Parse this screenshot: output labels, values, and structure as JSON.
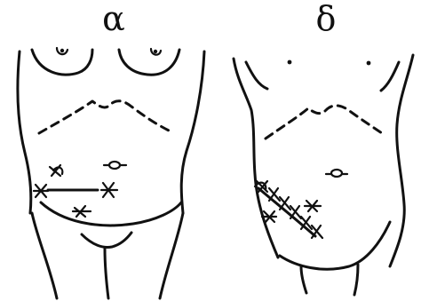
{
  "panels": [
    {
      "id": "a",
      "label": "α",
      "drawing": "torso-front-sutures-transverse"
    },
    {
      "id": "b",
      "label": "δ",
      "drawing": "torso-front-sutures-oblique"
    }
  ],
  "colors": {
    "ink": "#111111",
    "background": "#ffffff"
  }
}
